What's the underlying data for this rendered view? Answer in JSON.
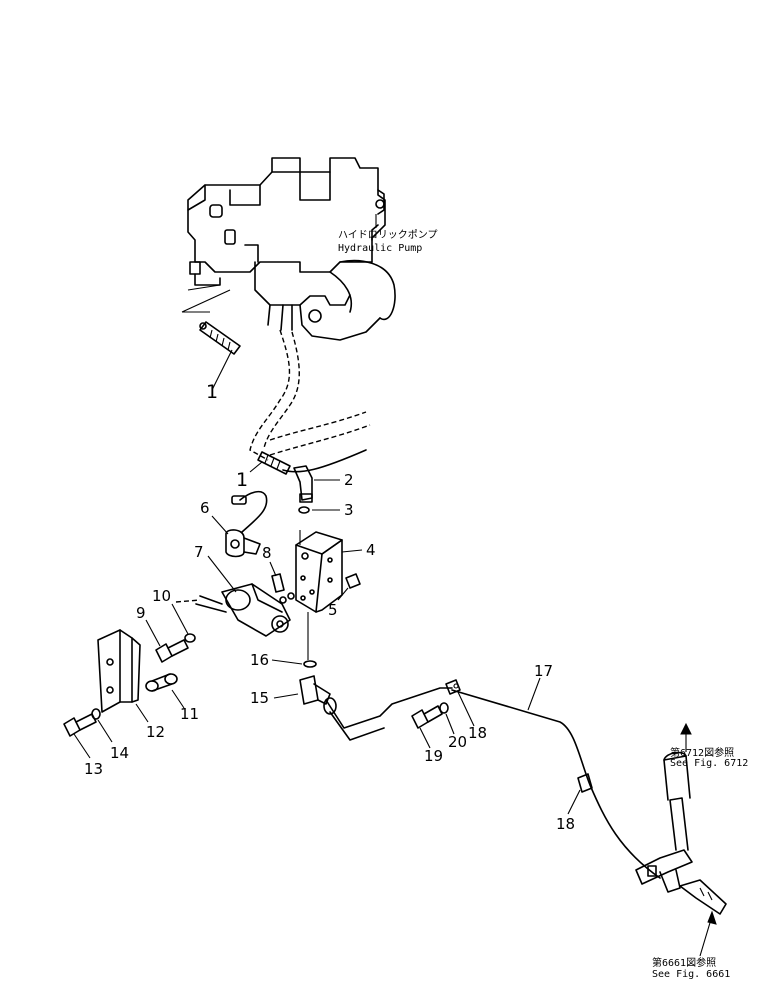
{
  "callouts": {
    "hydraulic_pump_jp": "ハイドロリックポンプ",
    "hydraulic_pump_en": "Hydraulic Pump",
    "ref_6712_jp": "第6712図参照",
    "ref_6712_en": "See Fig. 6712",
    "ref_6661_jp": "第6661図参照",
    "ref_6661_en": "See Fig. 6661"
  },
  "part_numbers": {
    "p1a": "1",
    "p1b": "1",
    "p2": "2",
    "p3": "3",
    "p4": "4",
    "p5": "5",
    "p6": "6",
    "p7": "7",
    "p8": "8",
    "p9": "9",
    "p10": "10",
    "p11": "11",
    "p12": "12",
    "p13": "13",
    "p14": "14",
    "p15": "15",
    "p16": "16",
    "p17": "17",
    "p18a": "18",
    "p18b": "18",
    "p19": "19",
    "p20": "20"
  }
}
